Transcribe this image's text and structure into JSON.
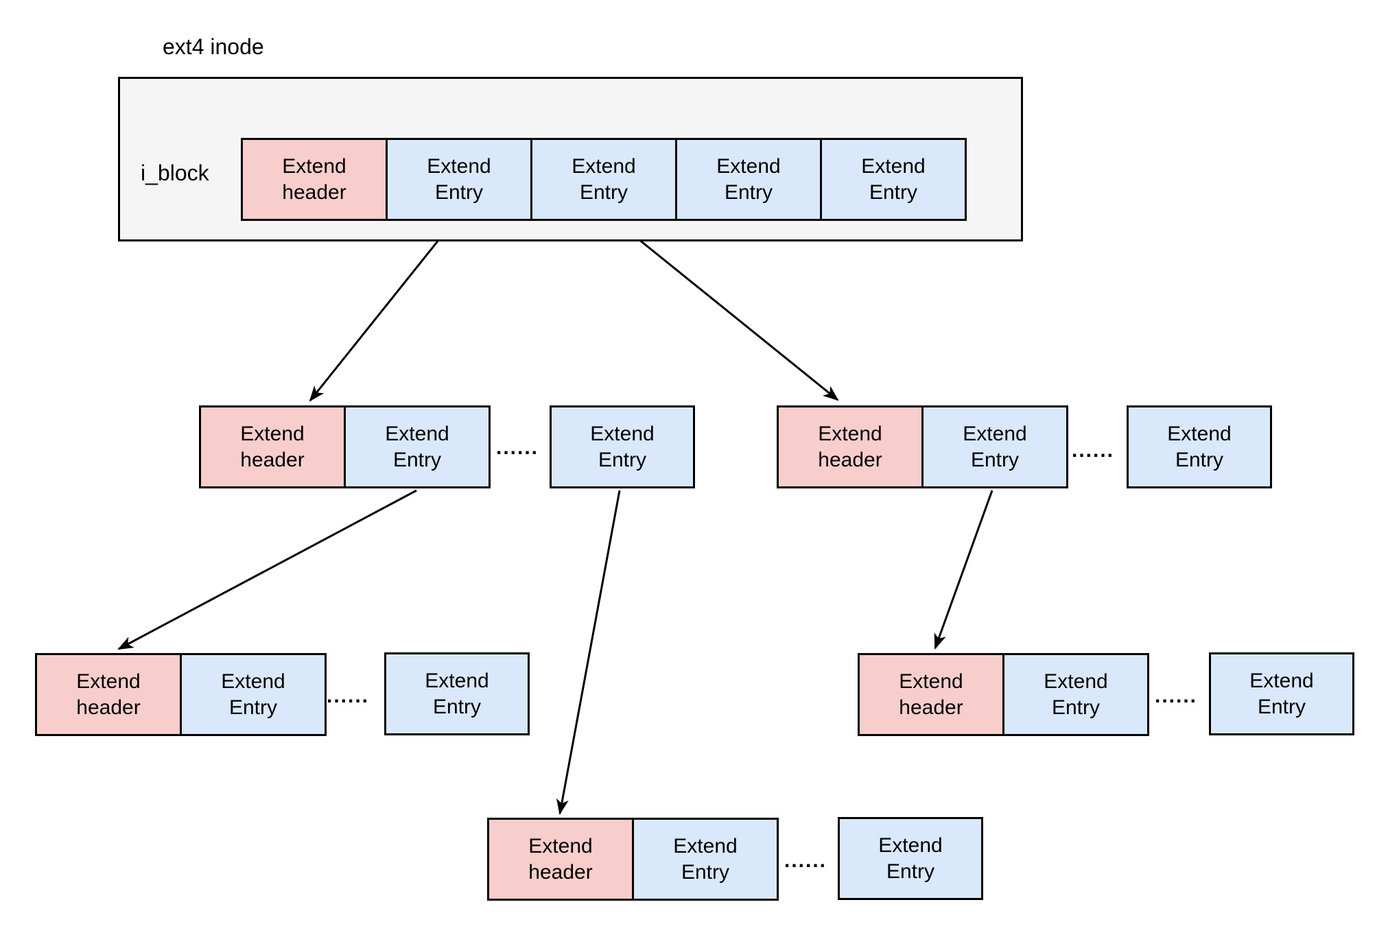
{
  "diagram": {
    "title": "ext4 inode",
    "i_block_label": "i_block",
    "ellipsis": "......",
    "colors": {
      "extend_header_fill": "#f8cecc",
      "extend_entry_fill": "#dae8fc",
      "inode_container_fill": "#f5f5f5",
      "border": "#000000",
      "background": "#ffffff"
    },
    "inode_row": [
      "Extend header",
      "Extend Entry",
      "Extend Entry",
      "Extend Entry",
      "Extend Entry"
    ],
    "nodes": [
      {
        "level": 1,
        "position": "left",
        "cells": [
          "Extend header",
          "Extend Entry"
        ],
        "ellipsis": "......",
        "detached_cell": "Extend Entry"
      },
      {
        "level": 1,
        "position": "right",
        "cells": [
          "Extend header",
          "Extend Entry"
        ],
        "ellipsis": "......",
        "detached_cell": "Extend Entry"
      },
      {
        "level": 2,
        "position": "left",
        "cells": [
          "Extend header",
          "Extend Entry"
        ],
        "ellipsis": "......",
        "detached_cell": "Extend Entry"
      },
      {
        "level": 2,
        "position": "right",
        "cells": [
          "Extend header",
          "Extend Entry"
        ],
        "ellipsis": "......",
        "detached_cell": "Extend Entry"
      },
      {
        "level": 3,
        "position": "center",
        "cells": [
          "Extend header",
          "Extend Entry"
        ],
        "ellipsis": "......",
        "detached_cell": "Extend Entry"
      }
    ]
  }
}
